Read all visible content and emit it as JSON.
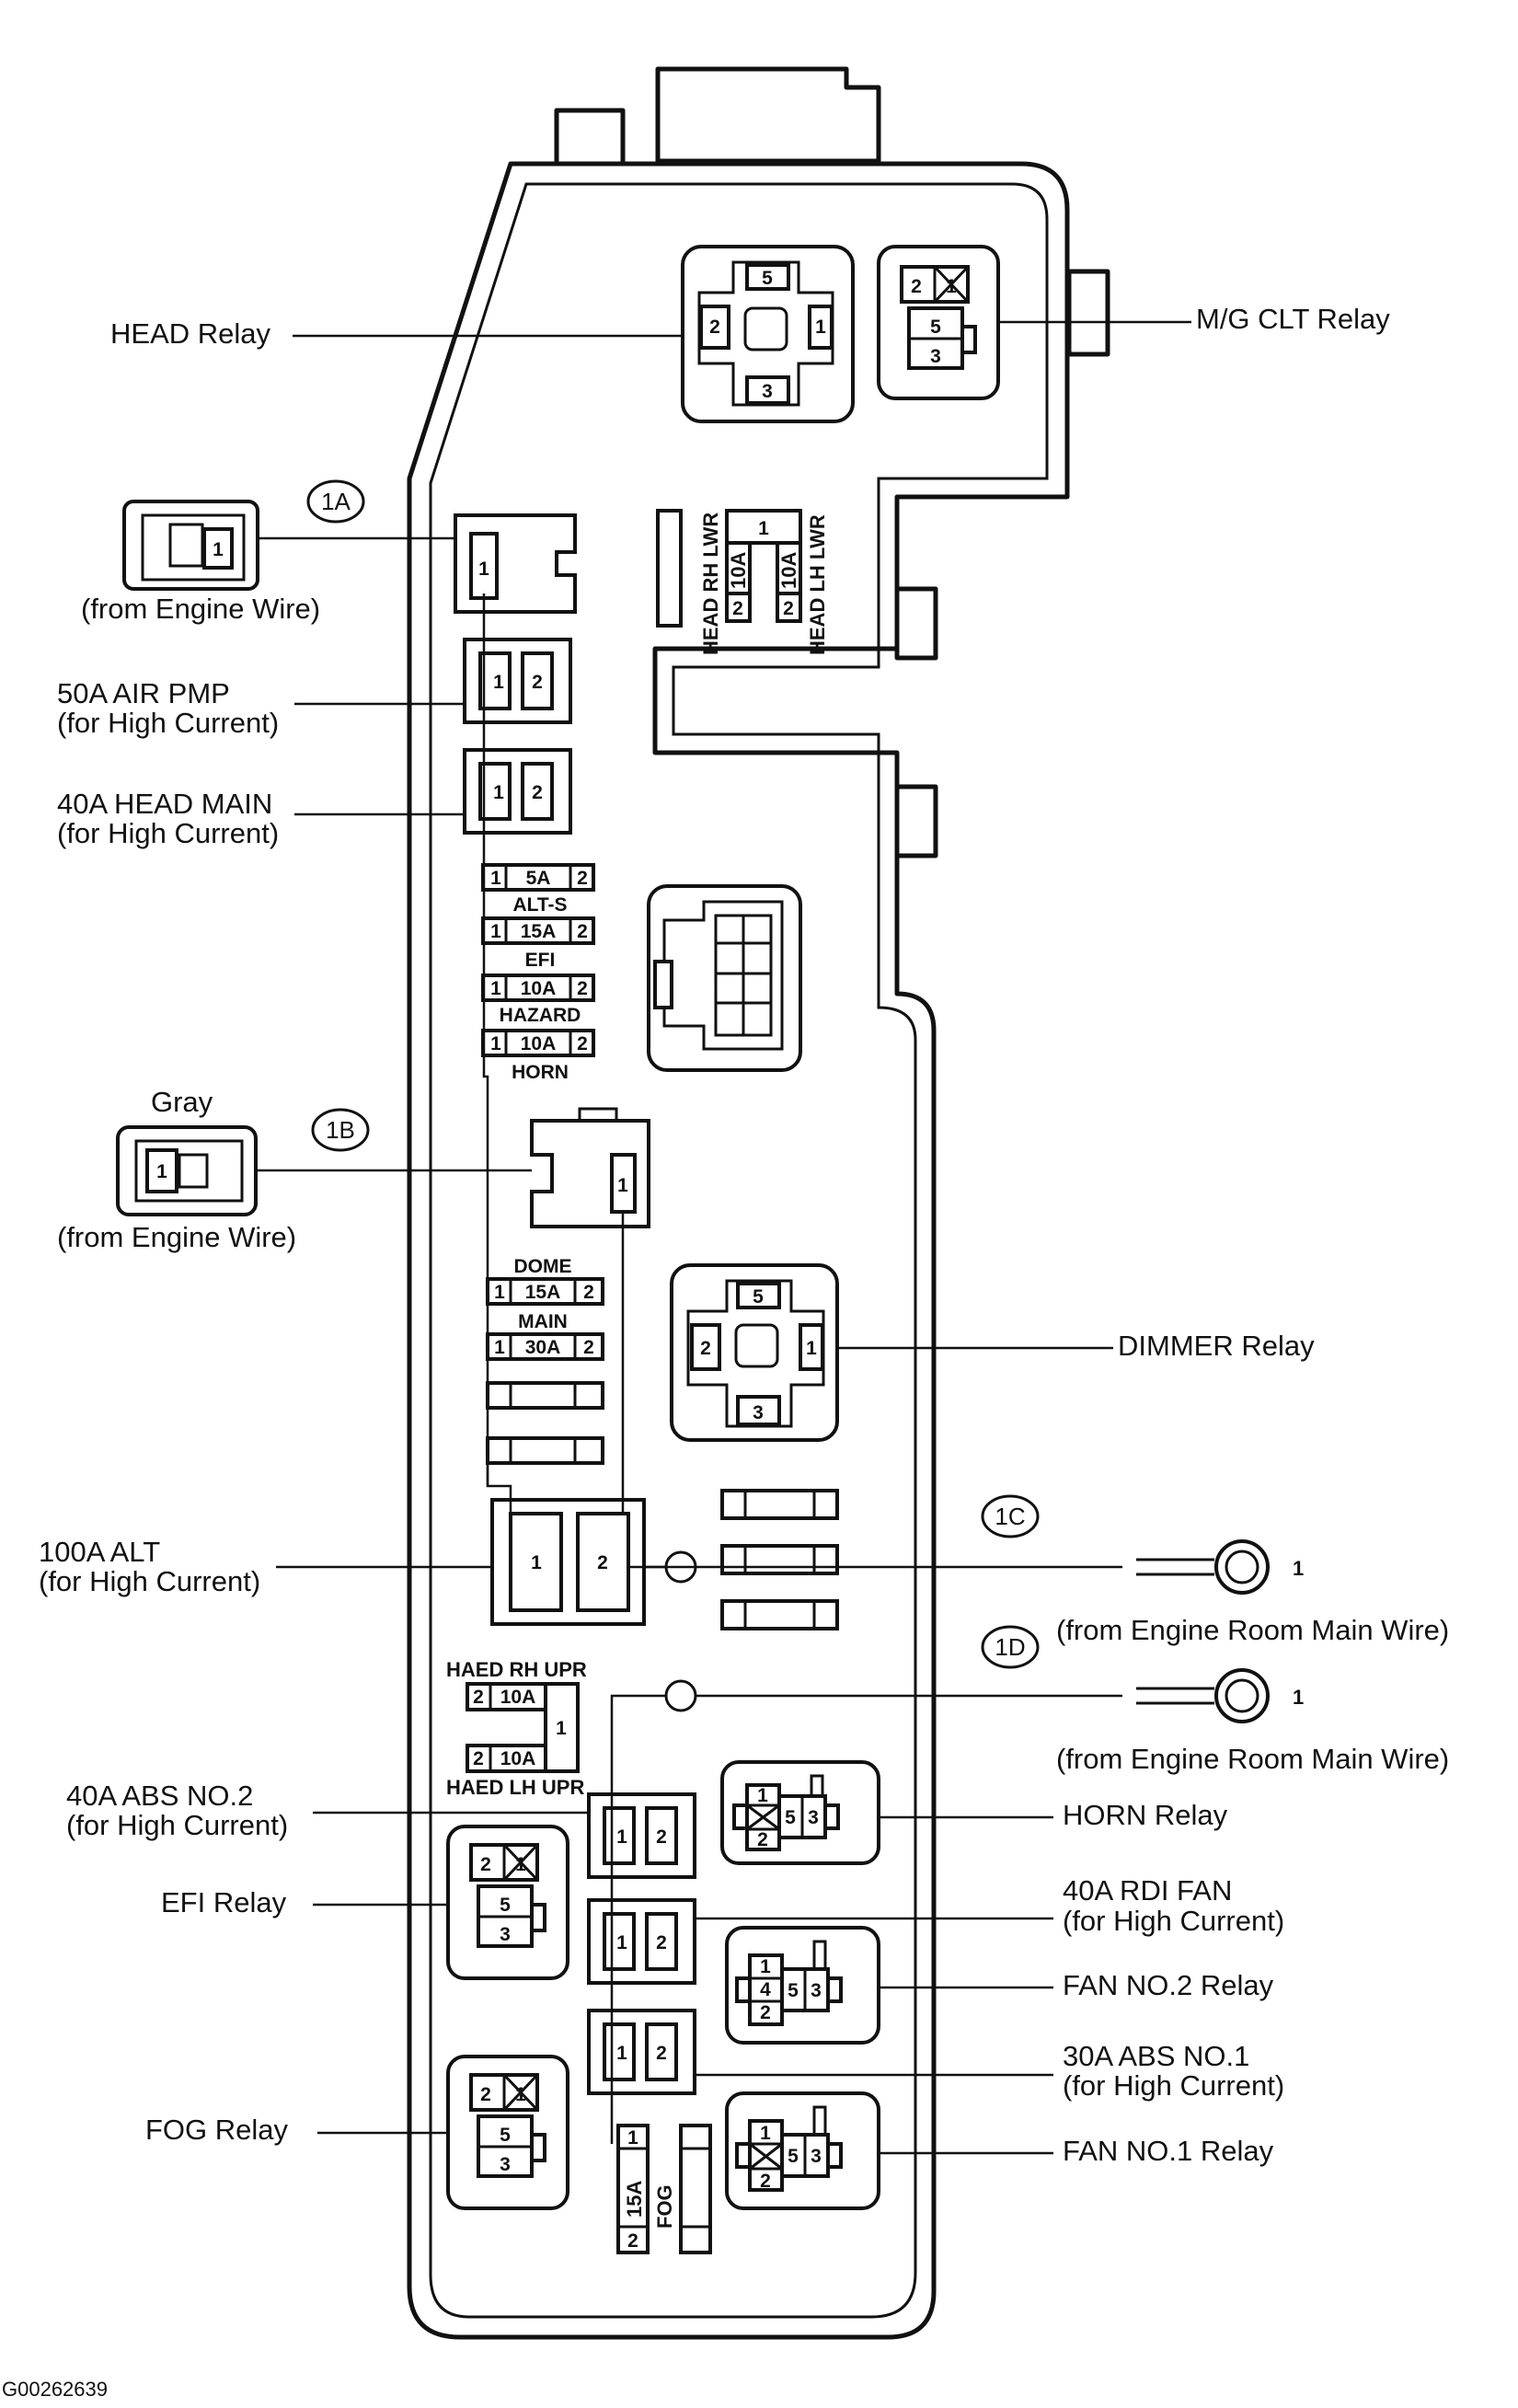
{
  "labels": {
    "head_relay": "HEAD Relay",
    "mg_clt_relay": "M/G CLT Relay",
    "from_engine_wire_a": "(from Engine Wire)",
    "air_pmp_1": "50A AIR PMP",
    "air_pmp_2": "(for High Current)",
    "head_main_1": "40A HEAD MAIN",
    "head_main_2": "(for High Current)",
    "gray": "Gray",
    "from_engine_wire_b": "(from Engine Wire)",
    "dimmer_relay": "DIMMER Relay",
    "alt_1": "100A ALT",
    "alt_2": "(for High Current)",
    "from_room_main_c": "(from Engine Room Main Wire)",
    "from_room_main_d": "(from Engine Room Main Wire)",
    "abs2_1": "40A ABS NO.2",
    "abs2_2": "(for High Current)",
    "horn_relay": "HORN Relay",
    "efi_relay": "EFI Relay",
    "rdi_fan_1": "40A RDI FAN",
    "rdi_fan_2": "(for High Current)",
    "fan2_relay": "FAN NO.2 Relay",
    "abs1_1": "30A ABS NO.1",
    "abs1_2": "(for High Current)",
    "fog_relay": "FOG Relay",
    "fan1_relay": "FAN NO.1 Relay",
    "figure_id": "G00262639"
  },
  "connectors": {
    "c1a": "1A",
    "c1b": "1B",
    "c1c": "1C",
    "c1d": "1D",
    "pin_c": "1",
    "pin_d": "1"
  },
  "fuses": {
    "alt_s": {
      "rating": "5A",
      "name": "ALT-S"
    },
    "efi": {
      "rating": "15A",
      "name": "EFI"
    },
    "hazard": {
      "rating": "10A",
      "name": "HAZARD"
    },
    "horn": {
      "rating": "10A",
      "name": "HORN"
    },
    "dome": {
      "rating": "15A",
      "name": "DOME"
    },
    "main": {
      "rating": "30A",
      "name": "MAIN"
    },
    "head_rh_lwr": {
      "rating": "10A",
      "name": "HEAD RH LWR"
    },
    "head_lh_lwr": {
      "rating": "10A",
      "name": "HEAD LH LWR"
    },
    "head_rh_upr": {
      "rating": "10A",
      "name": "HAED RH UPR"
    },
    "head_lh_upr": {
      "rating": "10A",
      "name": "HAED LH UPR"
    },
    "fog": {
      "rating": "15A",
      "name": "FOG"
    }
  },
  "pins": {
    "p1": "1",
    "p2": "2",
    "p3": "3",
    "p4": "4",
    "p5": "5"
  }
}
